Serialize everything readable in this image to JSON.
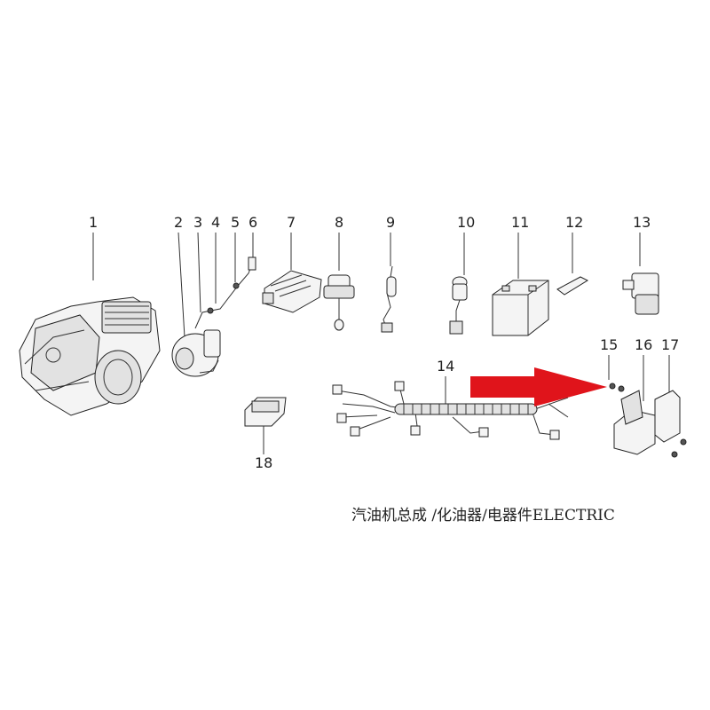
{
  "callouts": [
    {
      "id": "1",
      "label": "1"
    },
    {
      "id": "2",
      "label": "2"
    },
    {
      "id": "3",
      "label": "3"
    },
    {
      "id": "4",
      "label": "4"
    },
    {
      "id": "5",
      "label": "5"
    },
    {
      "id": "6",
      "label": "6"
    },
    {
      "id": "7",
      "label": "7"
    },
    {
      "id": "8",
      "label": "8"
    },
    {
      "id": "9",
      "label": "9"
    },
    {
      "id": "10",
      "label": "10"
    },
    {
      "id": "11",
      "label": "11"
    },
    {
      "id": "12",
      "label": "12"
    },
    {
      "id": "13",
      "label": "13"
    },
    {
      "id": "14",
      "label": "14"
    },
    {
      "id": "15",
      "label": "15"
    },
    {
      "id": "16",
      "label": "16"
    },
    {
      "id": "17",
      "label": "17"
    },
    {
      "id": "18",
      "label": "18"
    }
  ],
  "caption": "汽油机总成 /化油器/电器件ELECTRIC",
  "colors": {
    "arrow": "#e0141b",
    "line": "#333333"
  },
  "icons": {
    "arrow": "right-arrow-icon"
  }
}
